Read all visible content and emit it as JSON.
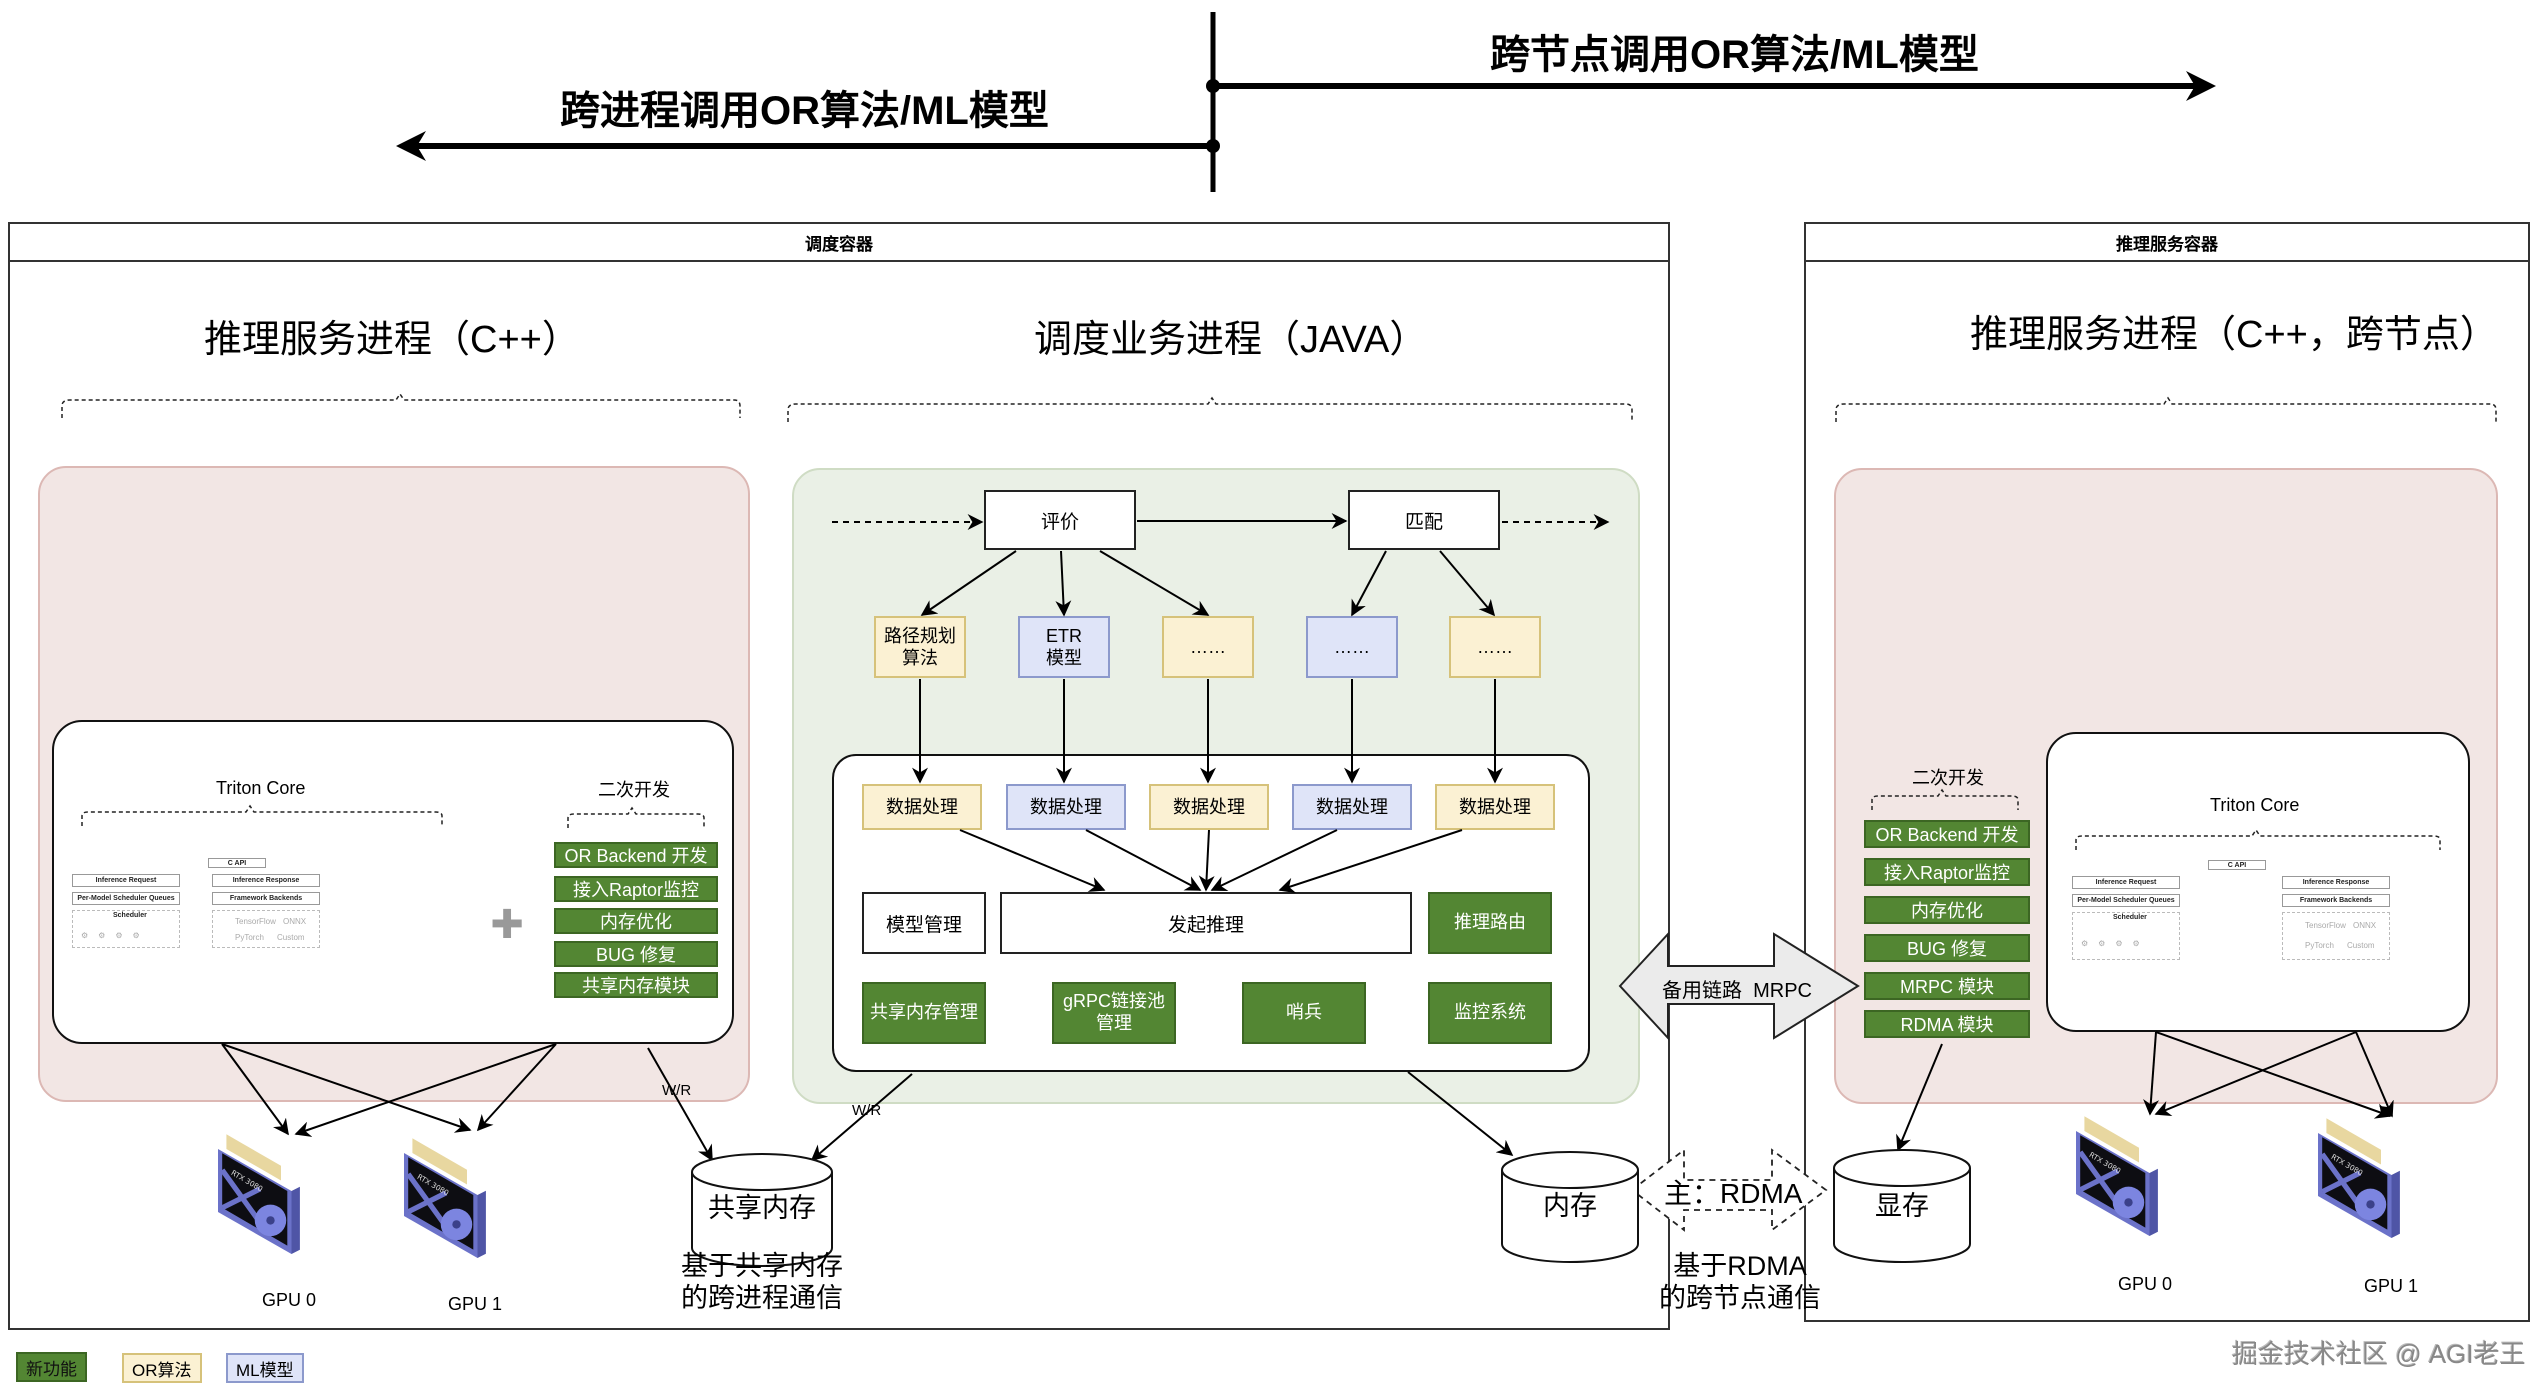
{
  "top_arrows": {
    "left_label": "跨进程调用OR算法/ML模型",
    "right_label": "跨节点调用OR算法/ML模型"
  },
  "containers": {
    "scheduler": {
      "header": "调度容器",
      "inference_section": {
        "title": "推理服务进程（C++）",
        "triton": {
          "title": "Triton Core",
          "c_api": "C API",
          "inference_request": "Inference Request",
          "inference_response": "Inference Response",
          "scheduler_queues": "Per-Model Scheduler Queues",
          "framework_backends": "Framework Backends",
          "scheduler": "Scheduler",
          "frameworks": [
            "TensorFlow",
            "ONNX",
            "PyTorch",
            "Custom"
          ]
        },
        "dev": {
          "title": "二次开发",
          "items": [
            "OR Backend 开发",
            "接入Raptor监控",
            "内存优化",
            "BUG 修复",
            "共享内存模块"
          ]
        }
      },
      "business_section": {
        "title": "调度业务进程（JAVA）",
        "stages": {
          "evaluate": "评价",
          "match": "匹配"
        },
        "algos": [
          {
            "label": "路径规划\n算法",
            "line1": "路径规划",
            "line2": "算法",
            "type": "or"
          },
          {
            "label": "ETR\n模型",
            "line1": "ETR",
            "line2": "模型",
            "type": "ml"
          },
          {
            "label": "……",
            "line1": "……",
            "line2": "",
            "type": "or"
          },
          {
            "label": "……",
            "line1": "……",
            "line2": "",
            "type": "ml"
          },
          {
            "label": "……",
            "line1": "……",
            "line2": "",
            "type": "or"
          }
        ],
        "data_processing": [
          {
            "label": "数据处理",
            "type": "or"
          },
          {
            "label": "数据处理",
            "type": "ml"
          },
          {
            "label": "数据处理",
            "type": "or"
          },
          {
            "label": "数据处理",
            "type": "ml"
          },
          {
            "label": "数据处理",
            "type": "or"
          }
        ],
        "model_management": "模型管理",
        "start_inference": "发起推理",
        "inference_routing": "推理路由",
        "bottom_modules": [
          "共享内存管理",
          "gRPC链接池管理",
          "哨兵",
          "监控系统"
        ]
      },
      "gpus": [
        "GPU 0",
        "GPU 1"
      ],
      "gpu_model_text": "RTX 3080",
      "shared_memory": "共享内存",
      "shared_memory_note": {
        "line1": "基于共享内存",
        "line2": "的跨进程通信"
      },
      "wr_labels": [
        "W/R",
        "W/R"
      ],
      "memory": "内存"
    },
    "inference": {
      "header": "推理服务容器",
      "section_title": "推理服务进程（C++，跨节点）",
      "dev": {
        "title": "二次开发",
        "items": [
          "OR Backend 开发",
          "接入Raptor监控",
          "内存优化",
          "BUG 修复",
          "MRPC 模块",
          "RDMA 模块"
        ]
      },
      "triton_title": "Triton Core",
      "gpus": [
        "GPU 0",
        "GPU 1"
      ],
      "gpu_memory": "显存"
    }
  },
  "links": {
    "backup": "备用链路  MRPC",
    "primary": "主：RDMA",
    "rdma_note": {
      "line1": "基于RDMA",
      "line2": "的跨节点通信"
    }
  },
  "legend": [
    {
      "label": "新功能",
      "color": "#538633"
    },
    {
      "label": "OR算法",
      "color": "#fbf1d3"
    },
    {
      "label": "ML模型",
      "color": "#dfe4f8"
    }
  ],
  "watermark": "掘金技术社区 @ AGI老王",
  "colors": {
    "new_feature": "#538633",
    "or_algo": "#fbf1d3",
    "ml_model": "#dfe4f8",
    "inference_panel": "#f2e6e4",
    "business_panel": "#eaf0e6"
  }
}
